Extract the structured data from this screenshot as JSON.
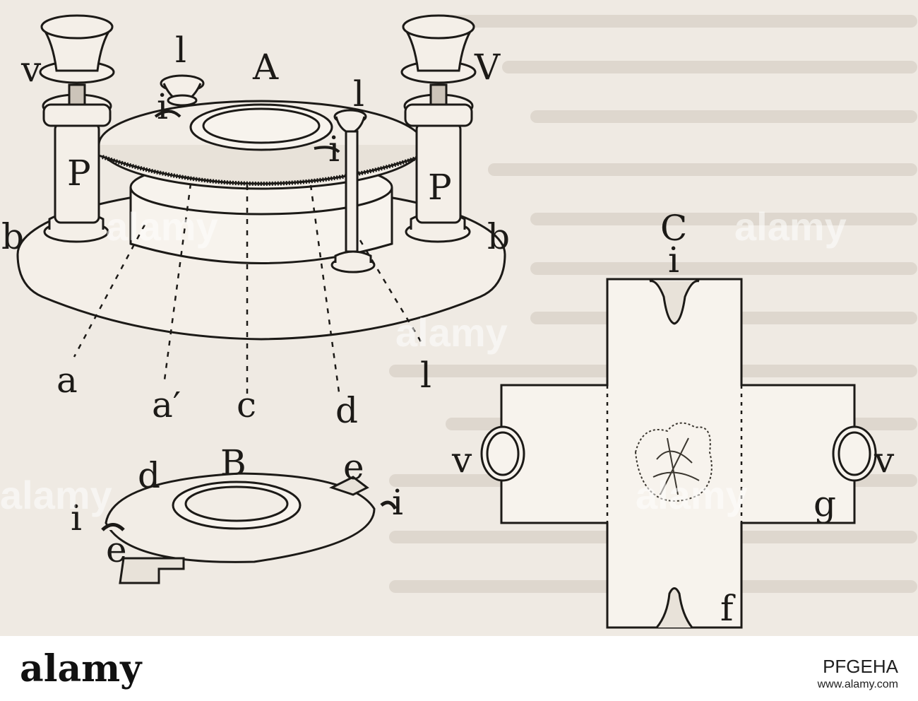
{
  "figure": {
    "labels": {
      "A": "A",
      "B": "B",
      "C": "C",
      "a": "a",
      "a_prime": "a′",
      "b": "b",
      "c": "c",
      "d": "d",
      "e": "e",
      "f": "f",
      "g": "g",
      "i": "i",
      "l": "l",
      "p": "P",
      "v": "v",
      "V": "V"
    }
  },
  "watermark": {
    "text": "alamy"
  },
  "footer": {
    "logo": "alamy",
    "image_id": "PFGEHA",
    "url": "www.alamy.com"
  }
}
